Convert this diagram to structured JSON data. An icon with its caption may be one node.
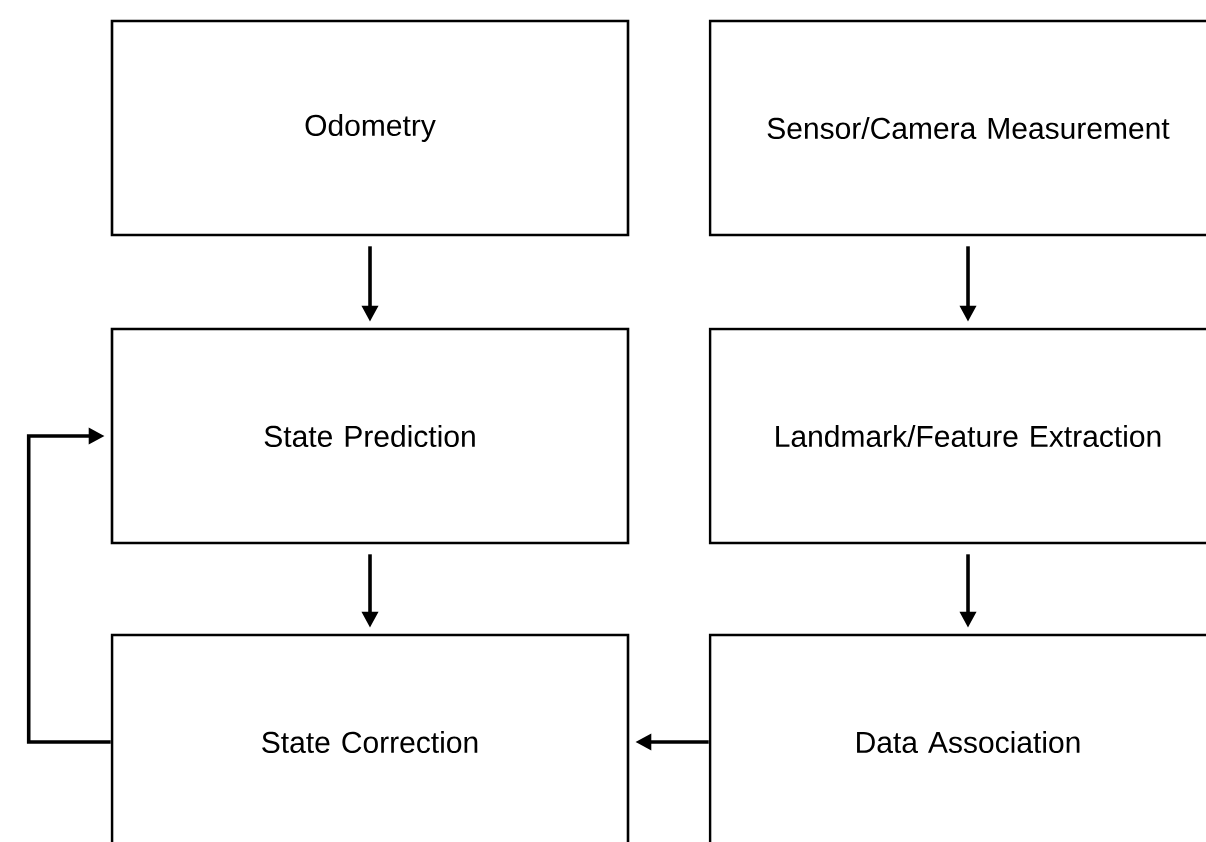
{
  "diagram": {
    "nodes": [
      {
        "text": [
          "Odometry"
        ]
      },
      {
        "text": [
          "Sensor/Camera Measurement"
        ]
      },
      {
        "text": [
          "State Prediction"
        ]
      },
      {
        "text": [
          "Landmark/Feature Extraction"
        ]
      },
      {
        "text": [
          "State Correction"
        ]
      },
      {
        "text": [
          "Data Association"
        ]
      }
    ],
    "edges": [
      {
        "from": 0,
        "to": 2,
        "arrow": "to"
      },
      {
        "from": 1,
        "to": 3,
        "arrow": "to"
      },
      {
        "from": 2,
        "to": 4,
        "arrow": "to"
      },
      {
        "from": 3,
        "to": 5,
        "arrow": "to"
      },
      {
        "from": 5,
        "to": 4,
        "arrow": "to"
      },
      {
        "from": 4,
        "to": 2,
        "arrow": "to"
      }
    ]
  }
}
